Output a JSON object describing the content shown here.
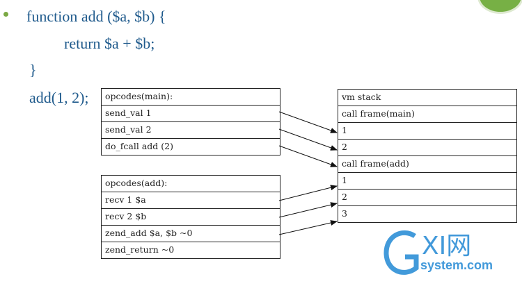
{
  "code": {
    "line1": "function add ($a, $b) {",
    "line2": "return $a + $b;",
    "line3": "}",
    "line4": "add(1, 2);"
  },
  "opcodes_main": [
    "opcodes(main):",
    "send_val 1",
    "send_val 2",
    "do_fcall add (2)"
  ],
  "opcodes_add": [
    "opcodes(add):",
    "recv 1 $a",
    " recv 2 $b",
    "zend_add $a, $b ~0",
    "zend_return ~0"
  ],
  "vm_stack": [
    "vm stack",
    "call frame(main)",
    "1",
    "2",
    "call frame(add)",
    "1",
    "2",
    "3"
  ],
  "watermark": {
    "brand": "XI网",
    "domain": "system.com"
  },
  "colors": {
    "code": "#1f5a8c",
    "bullet": "#7aa843",
    "watermark": "#2e8fd6"
  }
}
